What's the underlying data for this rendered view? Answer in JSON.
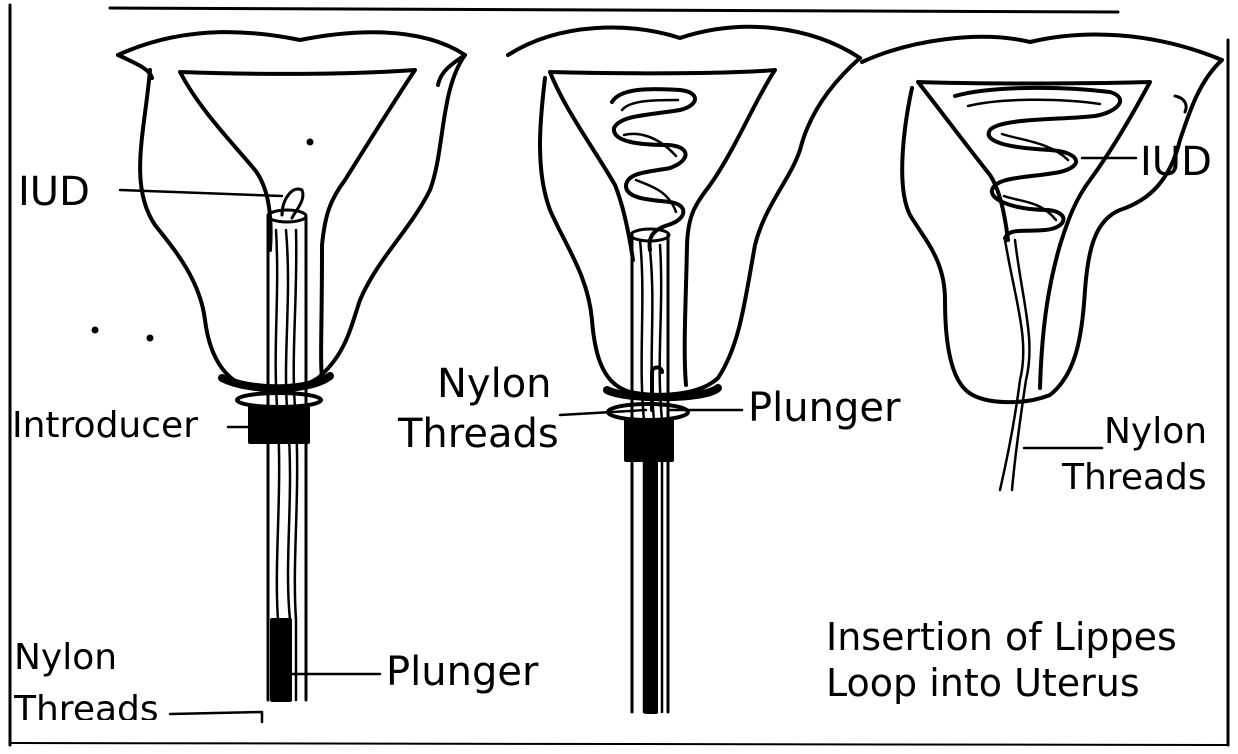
{
  "labels": {
    "panel1_iud": "IUD",
    "panel1_introducer": "Introducer",
    "panel1_plunger": "Plunger",
    "panel1_nylon_1": "Nylon",
    "panel1_nylon_2": "Threads",
    "panel2_nylon_1": "Nylon",
    "panel2_nylon_2": "Threads",
    "panel2_plunger": "Plunger",
    "panel3_iud": "IUD",
    "panel3_nylon_1": "Nylon",
    "panel3_nylon_2": "Threads"
  },
  "caption": {
    "line1": "Insertion of Lippes",
    "line2": "Loop into Uterus"
  }
}
